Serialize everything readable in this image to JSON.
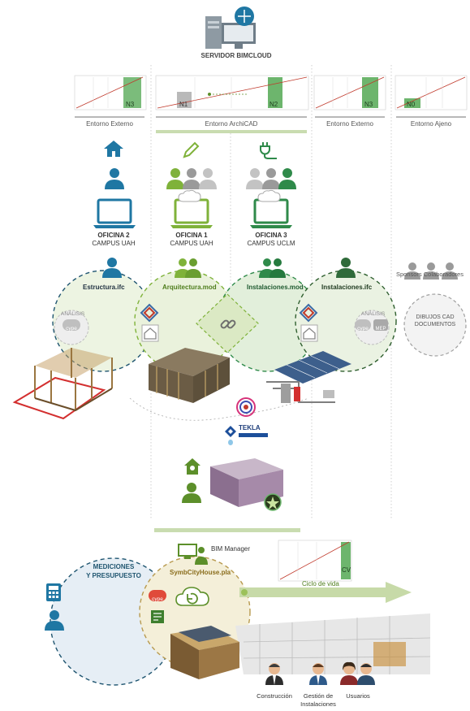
{
  "server": {
    "label": "SERVIDOR BIMCLOUD"
  },
  "level_charts": [
    {
      "tag": "N3",
      "tag_color": "#6db56d"
    },
    {
      "tag": "N1",
      "tag_color": "#b9b9b9",
      "tag2": "N2",
      "tag2_color": "#6db56d"
    },
    {
      "tag": "N3",
      "tag_color": "#6db56d"
    },
    {
      "tag": "N0",
      "tag_color": "#6db56d"
    }
  ],
  "environments": {
    "external_left": "Entorno Externo",
    "archicad": "Entorno ArchiCAD",
    "external_right": "Entorno Externo",
    "foreign": "Entorno Ajeno"
  },
  "offices": [
    {
      "line1": "OFICINA 2",
      "line2": "CAMPUS UAH"
    },
    {
      "line1": "OFICINA 1",
      "line2": "CAMPUS UAH"
    },
    {
      "line1": "OFICINA 3",
      "line2": "CAMPUS UCLM"
    }
  ],
  "models": {
    "estructura": "Estructura.ifc",
    "arquitectura": "Arquitectura.mod",
    "instalaciones_mod": "Instalaciones.mod",
    "instalaciones_ifc": "Instalaciones.ifc"
  },
  "sponsors": {
    "title": "Sponsors Colaboradores",
    "bubble_line1": "DIBUJOS CAD",
    "bubble_line2": "DOCUMENTOS"
  },
  "analysis": {
    "left": "ANÁLISIS",
    "right": "ANÁLISIS",
    "cype": "cype",
    "mep": "MEP"
  },
  "tekla": {
    "name": "TEKLA"
  },
  "bottom": {
    "bim_manager": "BIM Manager",
    "file": "SymbCityHouse.pla",
    "mediciones_line1": "MEDICIONES",
    "mediciones_line2": "Y PRESUPUESTO",
    "cv_tag": "CV",
    "lifecycle": "Ciclo de vida",
    "roles": [
      {
        "line1": "Construcción",
        "line2": ""
      },
      {
        "line1": "Gestión de",
        "line2": "Instalaciones"
      },
      {
        "line1": "Usuarios",
        "line2": ""
      }
    ]
  },
  "colors": {
    "blue": "#1f77a3",
    "green": "#5c8f2a",
    "dark_green": "#2f8a4a",
    "lime": "#a7c85a",
    "gray": "#a0a0a0"
  },
  "icons": [
    "server-icon",
    "house-icon",
    "pencil-icon",
    "plug-icon",
    "person-icon",
    "laptop-icon",
    "cloud-icon",
    "link-icon",
    "calculator-icon",
    "refresh-icon"
  ]
}
